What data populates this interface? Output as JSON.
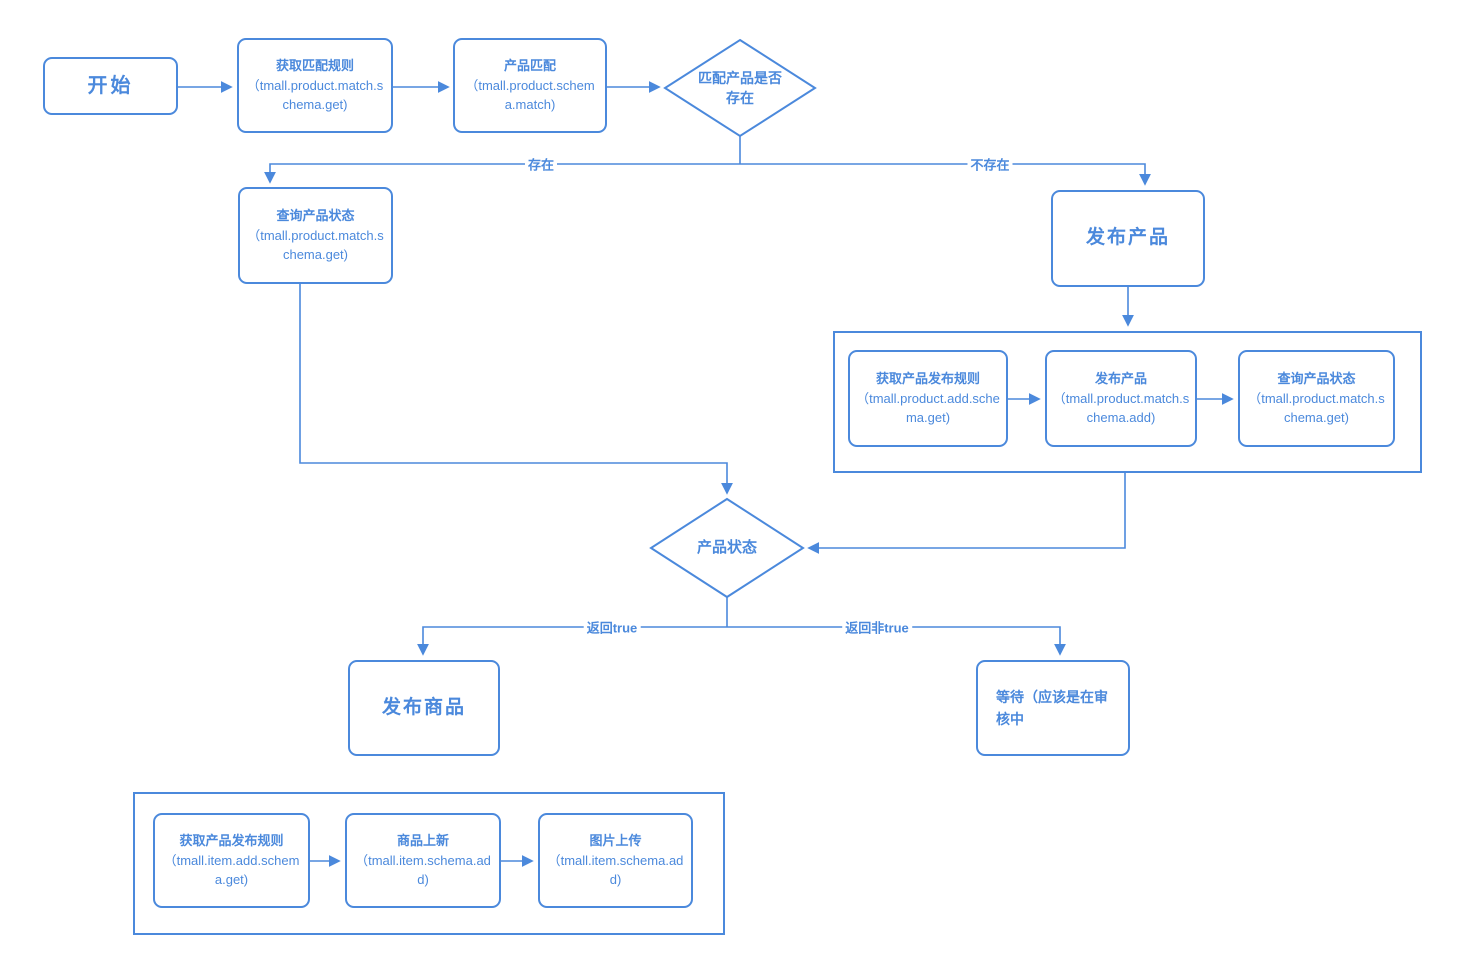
{
  "colors": {
    "accent": "#4b89dc",
    "background": "#ffffff"
  },
  "nodes": {
    "start": {
      "label": "开始"
    },
    "get_match_rule": {
      "title": "获取匹配规则",
      "api": "（tmall.product.match.schema.get)"
    },
    "product_match": {
      "title": "产品匹配",
      "api": "（tmall.product.schema.match)"
    },
    "decision_match_exist": {
      "label": "匹配产品是否存在"
    },
    "query_product_status": {
      "title": "查询产品状态",
      "api": "（tmall.product.match.schema.get)"
    },
    "publish_product": {
      "label": "发布产品"
    },
    "decision_product_status": {
      "label": "产品状态"
    },
    "publish_item": {
      "label": "发布商品"
    },
    "wait_review": {
      "label": "等待（应该是在审核中"
    },
    "group_publish_product": {
      "get_publish_rule": {
        "title": "获取产品发布规则",
        "api": "（tmall.product.add.schema.get)"
      },
      "publish_product": {
        "title": "发布产品",
        "api": "（tmall.product.match.schema.add)"
      },
      "query_status": {
        "title": "查询产品状态",
        "api": "（tmall.product.match.schema.get)"
      }
    },
    "group_publish_item": {
      "get_item_add_rule": {
        "title": "获取产品发布规则",
        "api": "（tmall.item.add.schema.get)"
      },
      "item_new": {
        "title": "商品上新",
        "api": "（tmall.item.schema.add)"
      },
      "image_upload": {
        "title": "图片上传",
        "api": "（tmall.item.schema.add)"
      }
    }
  },
  "edge_labels": {
    "exists": "存在",
    "not_exists": "不存在",
    "return_true": "返回true",
    "return_not_true": "返回非true"
  }
}
